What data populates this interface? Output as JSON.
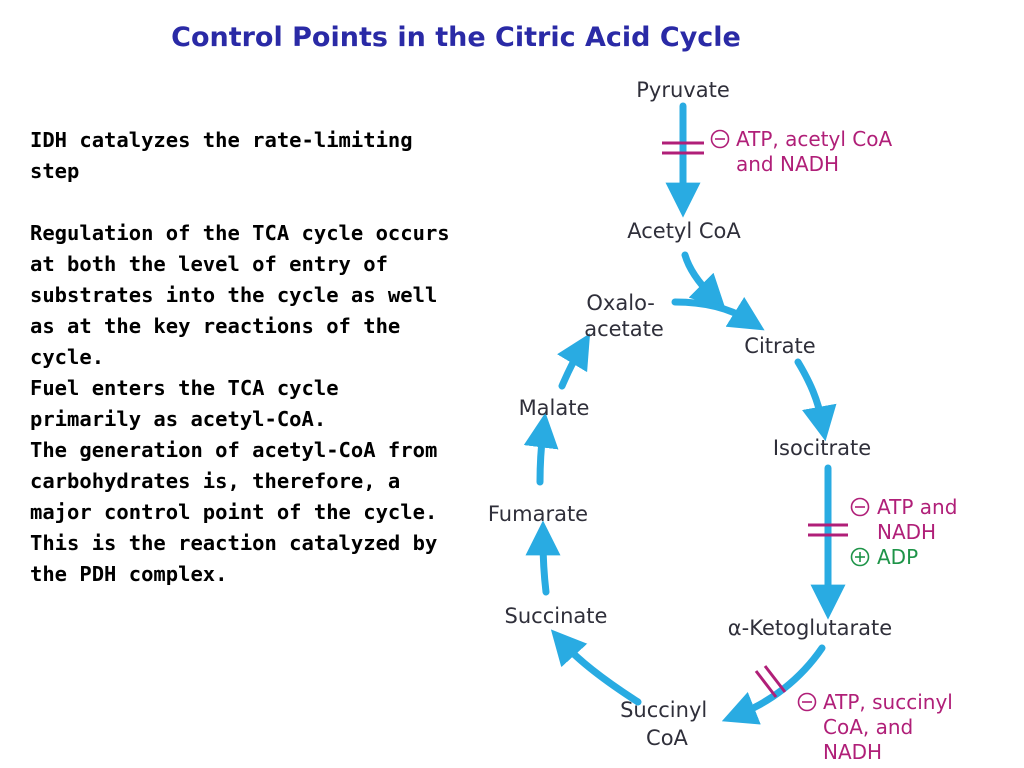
{
  "title": "Control Points in the Citric Acid Cycle",
  "paragraphs": [
    "IDH catalyzes the rate-limiting step",
    "",
    "Regulation of the TCA cycle occurs at both the level of entry of substrates into the cycle as well as at the key reactions of the cycle.",
    "Fuel enters the TCA cycle primarily as acetyl-CoA.",
    "The generation of acetyl-CoA from carbohydrates is, therefore, a major control point of the cycle.",
    "This is the reaction catalyzed by the PDH complex."
  ],
  "diagram": {
    "nodes": {
      "pyruvate": [
        "Pyruvate"
      ],
      "acetyl_coa": [
        "Acetyl CoA"
      ],
      "oxaloacetate": [
        "Oxalo-",
        "acetate"
      ],
      "citrate": [
        "Citrate"
      ],
      "isocitrate": [
        "Isocitrate"
      ],
      "malate": [
        "Malate"
      ],
      "fumarate": [
        "Fumarate"
      ],
      "succinate": [
        "Succinate"
      ],
      "alpha_ketoglutarate": [
        "α-Ketoglutarate"
      ],
      "succinyl_coa": [
        "Succinyl",
        "CoA"
      ]
    },
    "regulators": {
      "pdh_inhibitors": [
        "ATP, acetyl CoA",
        "and NADH"
      ],
      "idh_inhibitors": [
        "ATP and",
        "NADH"
      ],
      "idh_activators": [
        "ADP"
      ],
      "akgdh_inhibitors": [
        "ATP, succinyl",
        "CoA, and",
        "NADH"
      ]
    },
    "colors": {
      "arrow": "#29abe2",
      "inhibitor": "#b01f78",
      "activator": "#1e9448",
      "node_text": "#2f2f3a",
      "title": "#2a2aa6"
    }
  }
}
